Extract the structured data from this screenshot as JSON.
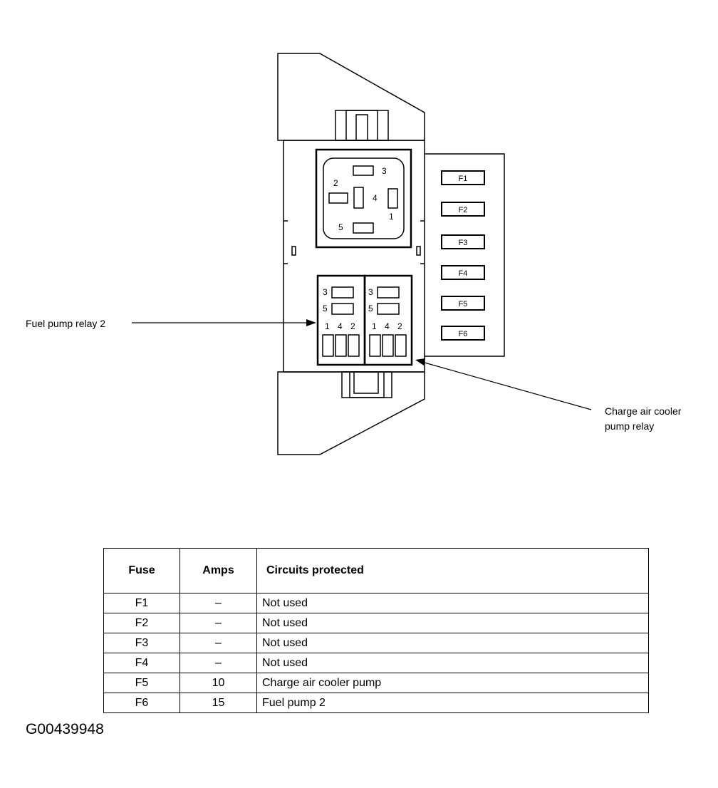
{
  "diagram": {
    "relay_large": {
      "terminals": [
        "3",
        "2",
        "4",
        "1",
        "5"
      ]
    },
    "relay_left": {
      "terminals": [
        "3",
        "5",
        "1",
        "4",
        "2"
      ]
    },
    "relay_right": {
      "terminals": [
        "3",
        "5",
        "1",
        "4",
        "2"
      ]
    },
    "fuses": [
      "F1",
      "F2",
      "F3",
      "F4",
      "F5",
      "F6"
    ],
    "callouts": {
      "fuel_pump_relay": "Fuel pump relay 2",
      "charge_air_line1": "Charge air cooler",
      "charge_air_line2": "pump relay"
    }
  },
  "table": {
    "headers": {
      "fuse": "Fuse",
      "amps": "Amps",
      "circuits": "Circuits protected"
    },
    "rows": [
      {
        "fuse": "F1",
        "amps": "–",
        "circuit": "Not used"
      },
      {
        "fuse": "F2",
        "amps": "–",
        "circuit": "Not used"
      },
      {
        "fuse": "F3",
        "amps": "–",
        "circuit": "Not used"
      },
      {
        "fuse": "F4",
        "amps": "–",
        "circuit": "Not used"
      },
      {
        "fuse": "F5",
        "amps": "10",
        "circuit": "Charge air cooler pump"
      },
      {
        "fuse": "F6",
        "amps": "15",
        "circuit": "Fuel pump 2"
      }
    ]
  },
  "figure_id": "G00439948"
}
